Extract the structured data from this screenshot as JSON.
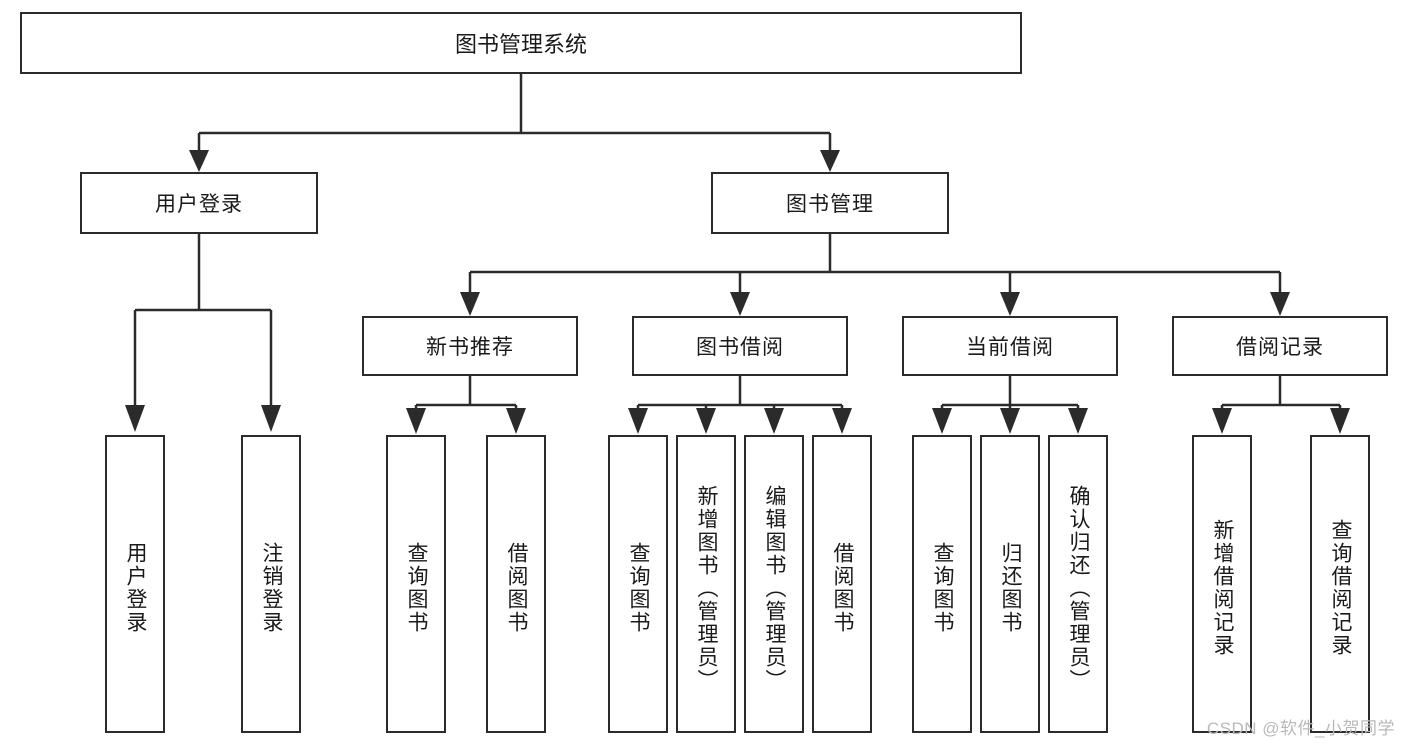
{
  "diagram": {
    "type": "tree-hierarchy",
    "title": "图书管理系统",
    "root": {
      "id": "root",
      "label": "图书管理系统"
    },
    "level1": [
      {
        "id": "user-login",
        "label": "用户登录"
      },
      {
        "id": "book-manage",
        "label": "图书管理"
      }
    ],
    "level2": [
      {
        "id": "new-book-recommend",
        "label": "新书推荐",
        "parent": "book-manage"
      },
      {
        "id": "book-borrow",
        "label": "图书借阅",
        "parent": "book-manage"
      },
      {
        "id": "current-borrow",
        "label": "当前借阅",
        "parent": "book-manage"
      },
      {
        "id": "borrow-record",
        "label": "借阅记录",
        "parent": "book-manage"
      }
    ],
    "leaves": [
      {
        "id": "leaf-user-login",
        "label": "用户登录",
        "parent": "user-login"
      },
      {
        "id": "leaf-user-logout",
        "label": "注销登录",
        "parent": "user-login"
      },
      {
        "id": "leaf-query-book-1",
        "label": "查询图书",
        "parent": "new-book-recommend"
      },
      {
        "id": "leaf-borrow-book-1",
        "label": "借阅图书",
        "parent": "new-book-recommend"
      },
      {
        "id": "leaf-query-book-2",
        "label": "查询图书",
        "parent": "book-borrow"
      },
      {
        "id": "leaf-add-book",
        "label": "新增图书（管理员）",
        "parent": "book-borrow"
      },
      {
        "id": "leaf-edit-book",
        "label": "编辑图书（管理员）",
        "parent": "book-borrow"
      },
      {
        "id": "leaf-borrow-book-2",
        "label": "借阅图书",
        "parent": "book-borrow"
      },
      {
        "id": "leaf-query-book-3",
        "label": "查询图书",
        "parent": "current-borrow"
      },
      {
        "id": "leaf-return-book",
        "label": "归还图书",
        "parent": "current-borrow"
      },
      {
        "id": "leaf-confirm-return",
        "label": "确认归还（管理员）",
        "parent": "current-borrow"
      },
      {
        "id": "leaf-add-record",
        "label": "新增借阅记录",
        "parent": "borrow-record"
      },
      {
        "id": "leaf-query-record",
        "label": "查询借阅记录",
        "parent": "borrow-record"
      }
    ],
    "colors": {
      "stroke": "#2b2b2b",
      "fill": "#ffffff",
      "text": "#1a1a1a",
      "watermark": "#b9b9b9"
    }
  },
  "watermark": {
    "text": "CSDN @软件_小贺同学"
  }
}
